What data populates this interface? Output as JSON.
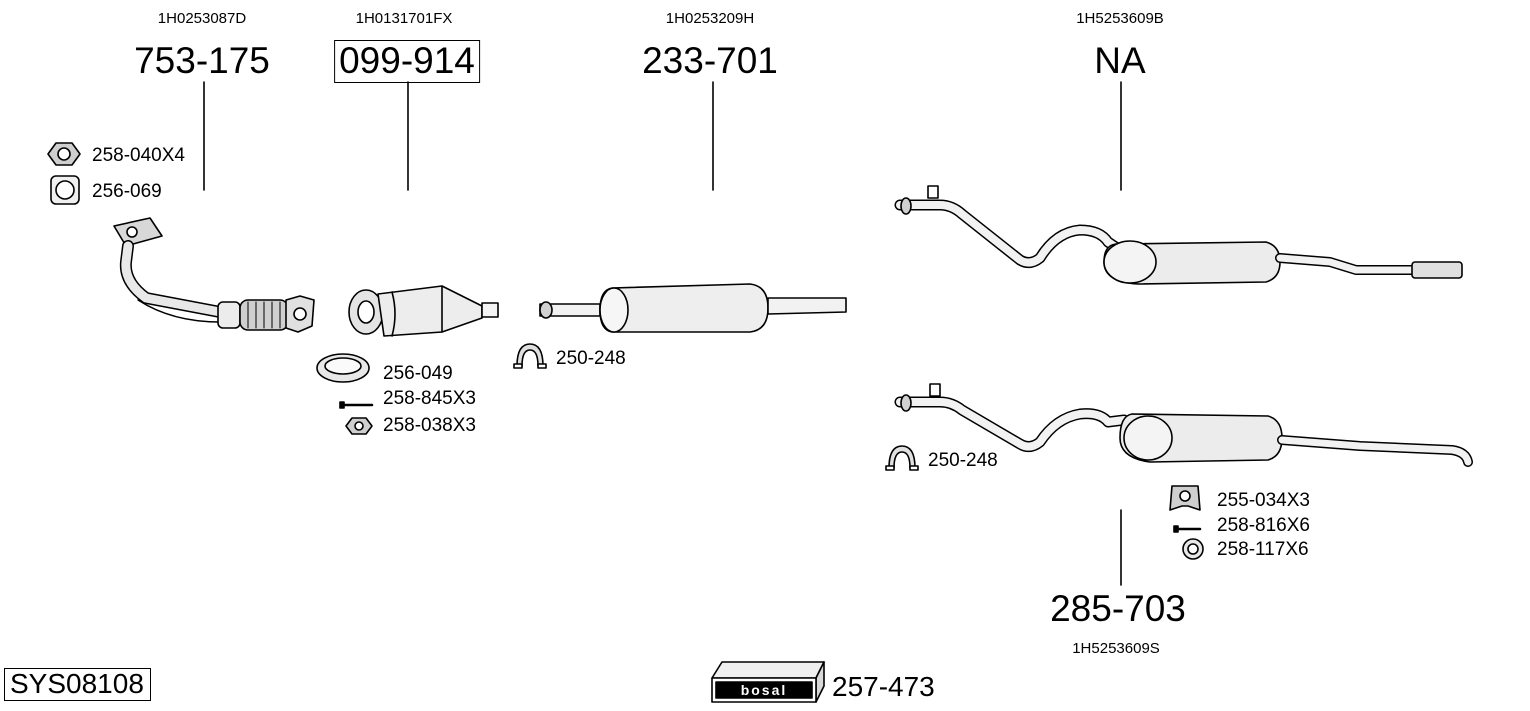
{
  "system_code": "SYS08108",
  "kit": {
    "brand": "bosal",
    "part": "257-473"
  },
  "groups": [
    {
      "oe": "1H0253087D",
      "part": "753-175",
      "boxed": false,
      "accessories": [
        {
          "icon": "nut-icon",
          "label": "258-040X4"
        },
        {
          "icon": "gasket-icon",
          "label": "256-069"
        }
      ]
    },
    {
      "oe": "1H0131701FX",
      "part": "099-914",
      "boxed": true,
      "accessories": [
        {
          "icon": "gasket-ring-icon",
          "label": "256-049"
        },
        {
          "icon": "bolt-icon",
          "label": "258-845X3"
        },
        {
          "icon": "flange-nut-icon",
          "label": "258-038X3"
        }
      ]
    },
    {
      "oe": "1H0253209H",
      "part": "233-701",
      "boxed": false,
      "accessories": [
        {
          "icon": "clamp-icon",
          "label": "250-248"
        }
      ]
    },
    {
      "oe": "1H5253609B",
      "part": "NA",
      "boxed": false,
      "accessories": []
    },
    {
      "oe": "1H5253609S",
      "part": "285-703",
      "boxed": false,
      "accessories": [
        {
          "icon": "clamp-icon",
          "label": "250-248"
        },
        {
          "icon": "rubber-hanger-icon",
          "label": "255-034X3"
        },
        {
          "icon": "bolt-icon",
          "label": "258-816X6"
        },
        {
          "icon": "washer-icon",
          "label": "258-117X6"
        }
      ]
    }
  ]
}
